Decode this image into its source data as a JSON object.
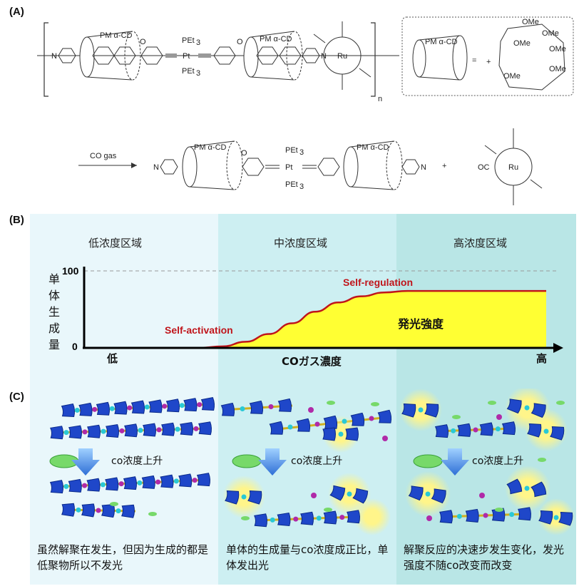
{
  "panels": {
    "a": {
      "label": "(A)"
    },
    "b": {
      "label": "(B)"
    },
    "c": {
      "label": "(C)"
    }
  },
  "chem": {
    "pm_acd": "PM α-CD",
    "pet3": "PEt",
    "pet3_sub": "3",
    "pt": "Pt",
    "ru": "Ru",
    "n": "N",
    "o": "O",
    "ome": "OMe",
    "repeat_n": "n",
    "equals": "=",
    "plus": "+",
    "co_gas": "CO gas",
    "oc": "OC"
  },
  "graph": {
    "zones": [
      "低浓度区域",
      "中浓度区域",
      "高浓度区域"
    ],
    "y_label_chars": [
      "单",
      "体",
      "生",
      "成",
      "量"
    ],
    "y_ticks": [
      "100",
      "0"
    ],
    "x_low": "低",
    "x_high": "高",
    "x_label": "COガス濃度",
    "self_activation": "Self-activation",
    "self_regulation": "Self-regulation",
    "fill_label": "発光強度"
  },
  "chart_data": {
    "type": "area",
    "title": "",
    "xlabel": "COガス濃度",
    "ylabel": "单体生成量",
    "ylim": [
      0,
      100
    ],
    "x": [
      0.0,
      0.25,
      0.3,
      0.35,
      0.4,
      0.45,
      0.5,
      0.55,
      0.6,
      0.65,
      0.7,
      1.0
    ],
    "series": [
      {
        "values": [
          0,
          0,
          2,
          8,
          18,
          32,
          47,
          59,
          67,
          72,
          74,
          74
        ]
      }
    ],
    "annotations": [
      "Self-activation",
      "Self-regulation",
      "発光強度"
    ],
    "grid": false
  },
  "bottom": {
    "co_rise": "co浓度上升",
    "captions": [
      "虽然解聚在发生，但因为生成的都是低聚物所以不发光",
      "单体的生成量与co浓度成正比，单体发出光",
      "解聚反应的决速步发生变化，发光强度不随co改变而改变"
    ]
  },
  "colors": {
    "panel_left": "#e9f7fb",
    "panel_mid": "#cdeff2",
    "panel_right": "#b9e6e6",
    "curve": "#c0151b",
    "fill": "#ffff33",
    "cd_blue": "#1f47c9",
    "ball_cyan": "#29c9d6",
    "ball_magenta": "#b02aa8",
    "pellet_green": "#77d96a",
    "glow": "#fff7a0",
    "arrow_blue": "#3f86e0"
  }
}
